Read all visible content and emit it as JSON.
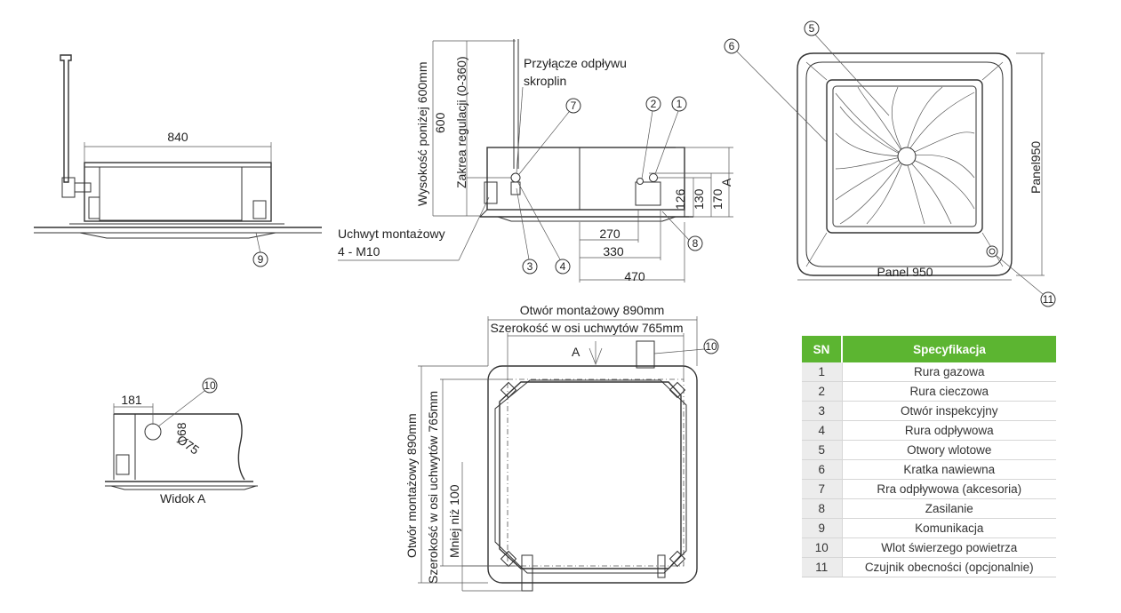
{
  "side_view": {
    "dim_width": "840",
    "callout_9": "9"
  },
  "front_view": {
    "label_height": "Wysokość poniżej 600mm",
    "label_600": "600",
    "label_range": "Zakrea regulacji (0-360)",
    "drain_title_line1": "Przyłącze odpływu",
    "drain_title_line2": "skroplin",
    "mount_label_line1": "Uchwyt montażowy",
    "mount_label_line2": "4 - M10",
    "dim_270": "270",
    "dim_330": "330",
    "dim_470": "470",
    "dim_126": "126",
    "dim_130": "130",
    "dim_170": "170",
    "label_A": "A",
    "callouts": [
      "1",
      "2",
      "3",
      "4",
      "7",
      "8"
    ]
  },
  "panel_view": {
    "panel_width": "Panel 950",
    "panel_height": "Panel950",
    "callouts": [
      "5",
      "6",
      "11"
    ]
  },
  "view_a": {
    "dim_181": "181",
    "dim_68": "68",
    "dim_75": "Ø75",
    "caption": "Widok A",
    "callout_10": "10"
  },
  "hole_view": {
    "label_opening": "Otwór montażowy 890mm",
    "label_axis": "Szerokość w osi uchwytów 765mm",
    "label_opening_v": "Otwór montażowy 890mm",
    "label_axis_v": "Szerokość w osi uchwytów 765mm",
    "label_min": "Mniej niż 100",
    "label_A": "A",
    "callout_10": "10"
  },
  "spec_table": {
    "col_sn": "SN",
    "col_spec": "Specyfikacja",
    "rows": [
      {
        "sn": "1",
        "spec": "Rura gazowa"
      },
      {
        "sn": "2",
        "spec": "Rura cieczowa"
      },
      {
        "sn": "3",
        "spec": "Otwór inspekcyjny"
      },
      {
        "sn": "4",
        "spec": "Rura odpływowa"
      },
      {
        "sn": "5",
        "spec": "Otwory wlotowe"
      },
      {
        "sn": "6",
        "spec": "Kratka nawiewna"
      },
      {
        "sn": "7",
        "spec": "Rra odpływowa (akcesoria)"
      },
      {
        "sn": "8",
        "spec": "Zasilanie"
      },
      {
        "sn": "9",
        "spec": "Komunikacja"
      },
      {
        "sn": "10",
        "spec": "Wlot świerzego powietrza"
      },
      {
        "sn": "11",
        "spec": "Czujnik obecności (opcjonalnie)"
      }
    ]
  },
  "colors": {
    "header_green": "#5cb531",
    "line": "#333333"
  }
}
